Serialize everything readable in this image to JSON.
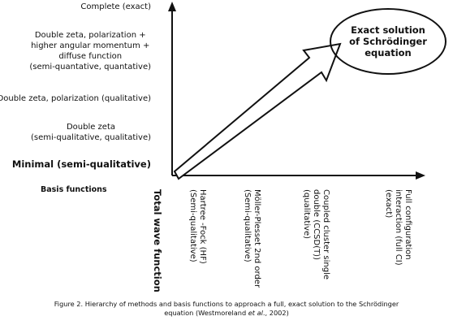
{
  "y_axis_levels": [
    {
      "lines": [
        "Complete (exact)"
      ]
    },
    {
      "lines": [
        "Double zeta, polarization +",
        "higher angular momentum +",
        "diffuse function",
        "(semi-quantative, quantative)"
      ]
    },
    {
      "lines": [
        "Double zeta, polarization (qualitative)"
      ]
    },
    {
      "lines": [
        "Double zeta",
        "(semi-qualitative, qualitative)"
      ]
    },
    {
      "lines": [
        "Minimal (semi-qualitative)"
      ]
    }
  ],
  "y_axis_title": "Basis functions",
  "x_axis_title": "Total wave function",
  "x_axis_methods": [
    {
      "lines": [
        "Hartree -Fock (HF)",
        "(Semi-qualitative)"
      ]
    },
    {
      "lines": [
        "Möller-Plesset 2nd order",
        "(Semi-qualitative)"
      ]
    },
    {
      "lines": [
        "Coupled cluster single",
        "double (CCSD(T))",
        "(qualitative)"
      ]
    },
    {
      "lines": [
        "Full configuration",
        "interaction (full CI)",
        "(exact)"
      ]
    }
  ],
  "target": {
    "lines": [
      "Exact solution",
      "of Schrödinger",
      "equation"
    ]
  },
  "caption": {
    "line1": "Figure 2. Hierarchy of methods and basis functions to approach a full, exact solution to the Schrödinger",
    "line2_pre": "equation (Westmoreland ",
    "line2_italic": "et al",
    "line2_post": "., 2002)"
  },
  "colors": {
    "ink": "#111111",
    "background": "#ffffff"
  }
}
